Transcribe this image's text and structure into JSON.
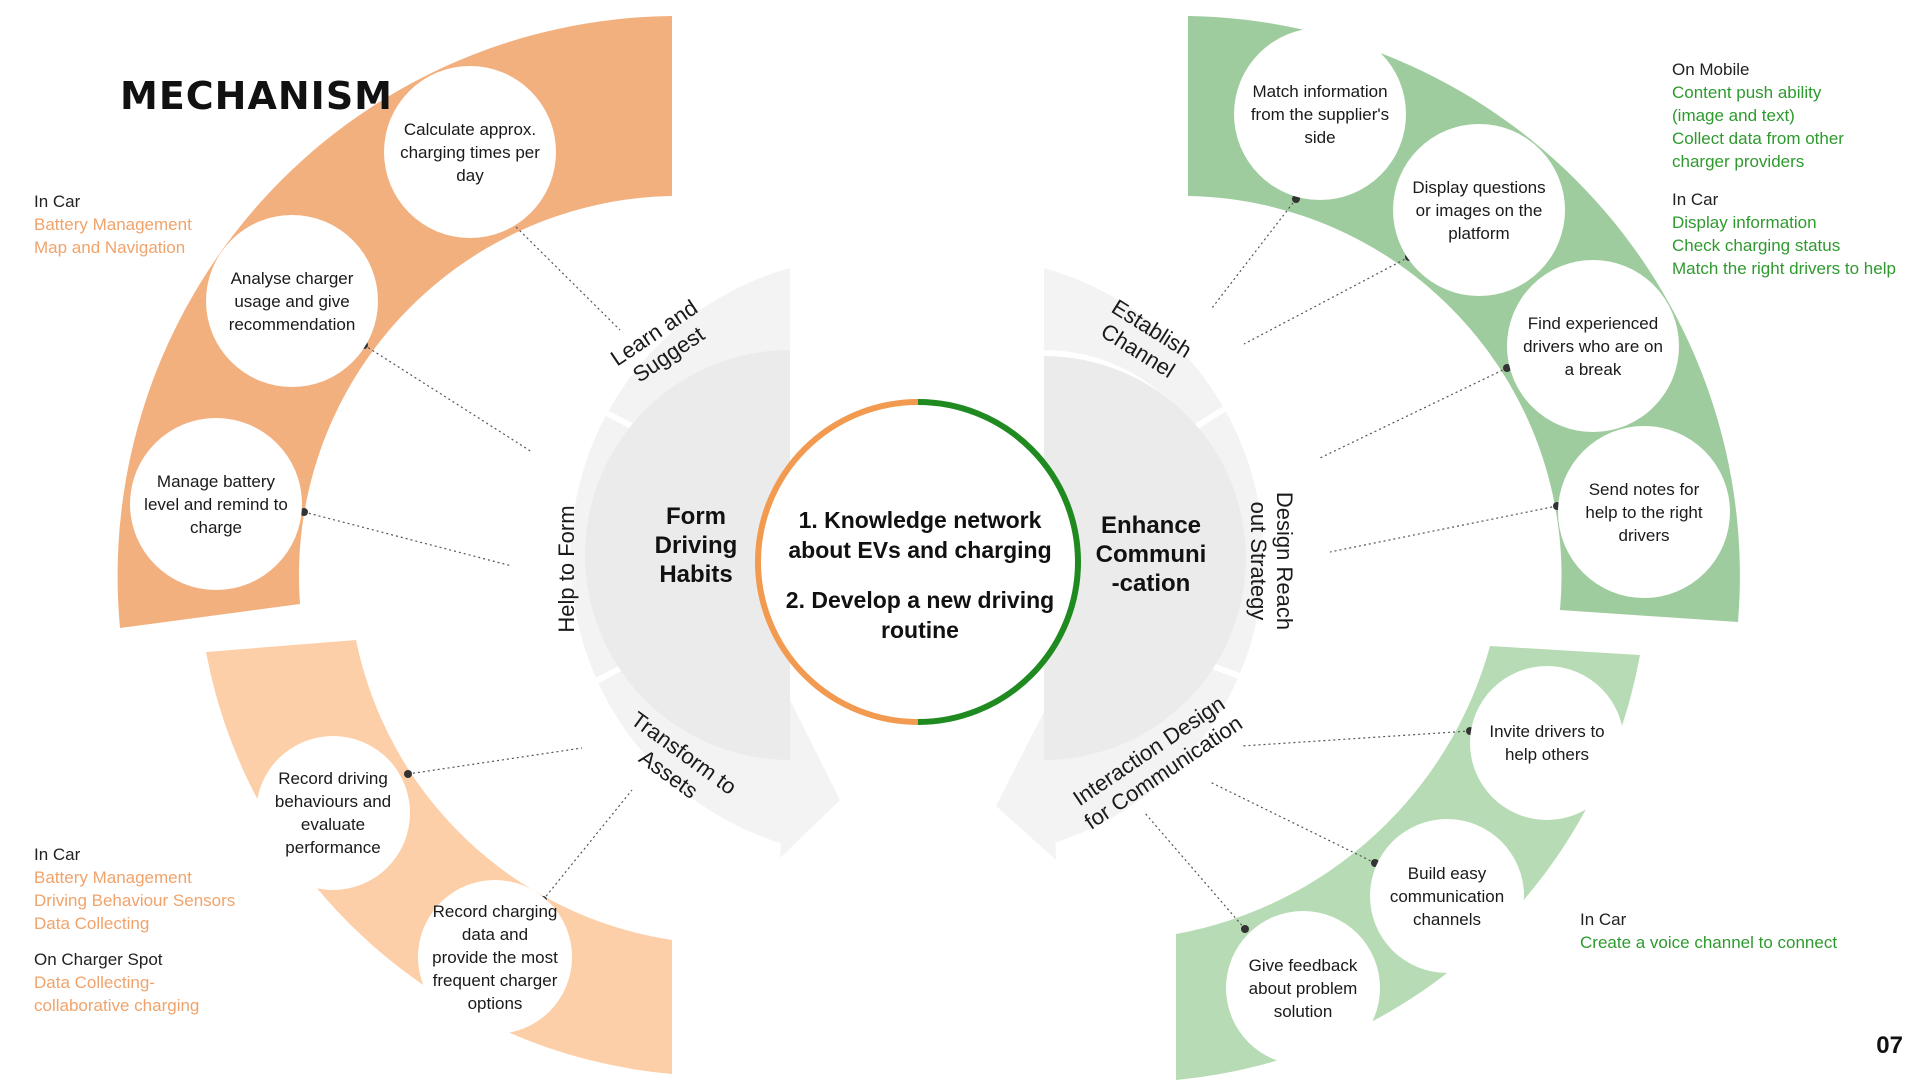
{
  "title": "MECHANISM",
  "page_number": "07",
  "colors": {
    "orange_dark": "#f3b07f",
    "orange_light": "#fdcfa8",
    "green_dark": "#9fcc9e",
    "green_light": "#b7dbb4",
    "ring_gray": "#f3f3f3",
    "inner_gray": "#ebebeb",
    "orange_text": "#f0a36b",
    "green_text": "#2e9a2e",
    "ring_orange": "#f29a50",
    "ring_green": "#1f8a1f"
  },
  "center": {
    "line1": "1.  Knowledge network",
    "line2": "about EVs and charging",
    "line3": "2.  Develop a new driving",
    "line4": "routine"
  },
  "left_core": {
    "line1": "Form",
    "line2": "Driving",
    "line3": "Habits"
  },
  "right_core": {
    "line1": "Enhance",
    "line2": "Communi",
    "line3": "-cation"
  },
  "left_segments": {
    "learn": {
      "line1": "Learn and",
      "line2": "Suggest"
    },
    "help": "Help to Form",
    "transform": {
      "line1": "Transform to",
      "line2": "Assets"
    }
  },
  "right_segments": {
    "establish": {
      "line1": "Establish",
      "line2": "Channel"
    },
    "design": {
      "line1": "Design Reach",
      "line2": "out Strategy"
    },
    "interaction": {
      "line1": "Interaction Design",
      "line2": "for Communication"
    }
  },
  "orange_circles": [
    {
      "text": "Calculate approx. charging times per day"
    },
    {
      "text": "Analyse charger usage and give recommendation"
    },
    {
      "text": "Manage battery level and remind to charge"
    },
    {
      "text": "Record driving behaviours and evaluate performance"
    },
    {
      "text": "Record charging data and provide the most frequent charger options"
    }
  ],
  "green_circles": [
    {
      "text": "Match information from the supplier's side"
    },
    {
      "text": "Display questions or images on the platform"
    },
    {
      "text": "Find experienced drivers who are on a break"
    },
    {
      "text": "Send notes for help to the right drivers"
    },
    {
      "text": "Invite drivers to help others"
    },
    {
      "text": "Build easy communication channels"
    },
    {
      "text": "Give feedback about problem solution"
    }
  ],
  "notes": {
    "left_top": {
      "head": "In Car",
      "items": [
        "Battery Management",
        "Map and Navigation"
      ]
    },
    "left_bottom_car": {
      "head": "In Car",
      "items": [
        "Battery Management",
        "Driving Behaviour Sensors",
        "Data Collecting"
      ]
    },
    "left_bottom_spot": {
      "head": "On Charger Spot",
      "items": [
        "Data Collecting-",
        "collaborative charging"
      ]
    },
    "right_mobile": {
      "head": "On Mobile",
      "items": [
        "Content push ability",
        "(image and text)",
        "Collect data from other",
        "charger providers"
      ]
    },
    "right_car": {
      "head": "In Car",
      "items": [
        "Display information",
        "Check charging status",
        "Match the right drivers to help"
      ]
    },
    "right_bottom_car": {
      "head": "In Car",
      "items": [
        "Create a voice channel to connect"
      ]
    }
  }
}
